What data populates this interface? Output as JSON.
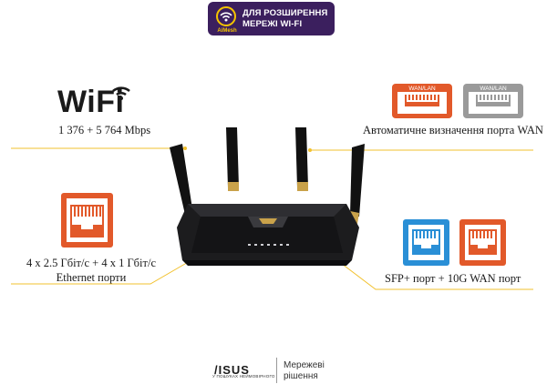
{
  "badge": {
    "brand": "AiMesh",
    "line1": "ДЛЯ РОЗШИРЕННЯ",
    "line2": "МЕРЕЖІ WI-FI",
    "colors": {
      "background": "#3b1f5e",
      "accent": "#f5c400"
    }
  },
  "wifi": {
    "word": "WiFi",
    "speed": "1 376 + 5 764 Mbps"
  },
  "ethernet": {
    "line1": "4 x 2.5 Гбіт/с + 4 x 1 Гбіт/с",
    "line2": "Ethernet порти",
    "icon": "ethernet-port-icon"
  },
  "wan": {
    "port_labels": [
      "WAN/LAN",
      "WAN/LAN"
    ],
    "caption": "Автоматичне визначення порта WAN",
    "icons": [
      "wan-lan-port-active-icon",
      "wan-lan-port-inactive-icon"
    ]
  },
  "sfp": {
    "caption": "SFP+ порт + 10G WAN порт",
    "icons": [
      "sfp-port-icon",
      "10g-wan-port-icon"
    ]
  },
  "footer": {
    "brand": "/ISUS",
    "tagline": "У ПОШУКАХ НЕЙМОВІРНОГО",
    "text_line1": "Мережеві",
    "text_line2": "рішення"
  },
  "colors": {
    "orange": "#e2592a",
    "blue": "#2a8fd6",
    "gold_line": "#f2c12e",
    "gray_icon": "#9a9a9a"
  }
}
